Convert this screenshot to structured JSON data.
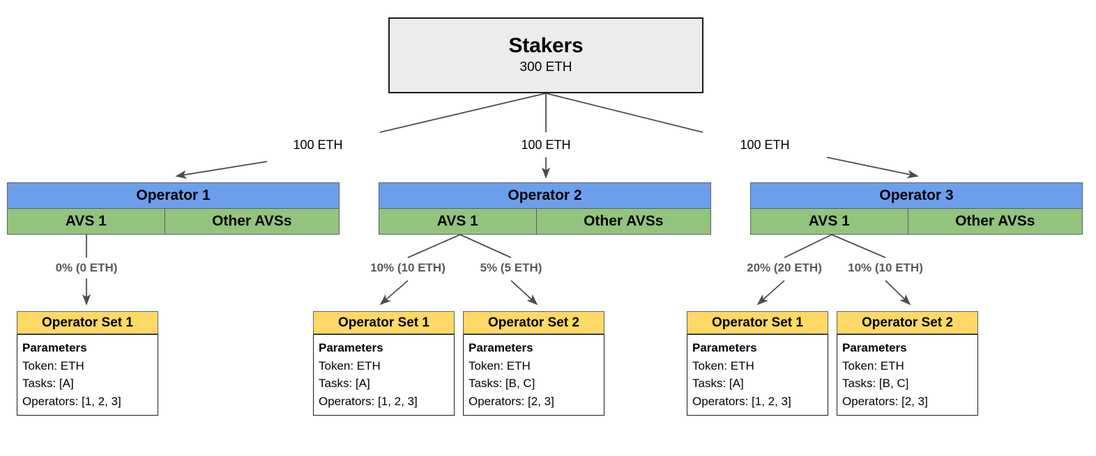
{
  "diagram": {
    "root": {
      "title": "Stakers",
      "amount": "300 ETH"
    },
    "delegation_labels": [
      "100 ETH",
      "100 ETH",
      "100 ETH"
    ],
    "operators": [
      {
        "name": "Operator 1",
        "avs_primary": "AVS 1",
        "avs_other": "Other AVSs"
      },
      {
        "name": "Operator 2",
        "avs_primary": "AVS 1",
        "avs_other": "Other AVSs"
      },
      {
        "name": "Operator 3",
        "avs_primary": "AVS 1",
        "avs_other": "Other AVSs"
      }
    ],
    "allocation_labels": [
      "0% (0 ETH)",
      "10% (10 ETH)",
      "5% (5 ETH)",
      "20% (20 ETH)",
      "10% (10 ETH)"
    ],
    "operator_sets": [
      {
        "title": "Operator Set 1",
        "params_heading": "Parameters",
        "token": "Token: ETH",
        "tasks": "Tasks: [A]",
        "operators": "Operators: [1, 2, 3]"
      },
      {
        "title": "Operator Set 1",
        "params_heading": "Parameters",
        "token": "Token: ETH",
        "tasks": "Tasks: [A]",
        "operators": "Operators: [1, 2, 3]"
      },
      {
        "title": "Operator Set 2",
        "params_heading": "Parameters",
        "token": "Token: ETH",
        "tasks": "Tasks: [B, C]",
        "operators": "Operators: [2, 3]"
      },
      {
        "title": "Operator Set 1",
        "params_heading": "Parameters",
        "token": "Token: ETH",
        "tasks": "Tasks: [A]",
        "operators": "Operators: [1, 2, 3]"
      },
      {
        "title": "Operator Set 2",
        "params_heading": "Parameters",
        "token": "Token: ETH",
        "tasks": "Tasks: [B, C]",
        "operators": "Operators: [2, 3]"
      }
    ],
    "colors": {
      "root_fill": "#ececec",
      "operator_header": "#6d9eeb",
      "avs_fill": "#93c47d",
      "operator_set_header": "#ffd966",
      "edge_stroke": "#4d4d4d",
      "pct_label": "#595959"
    }
  }
}
